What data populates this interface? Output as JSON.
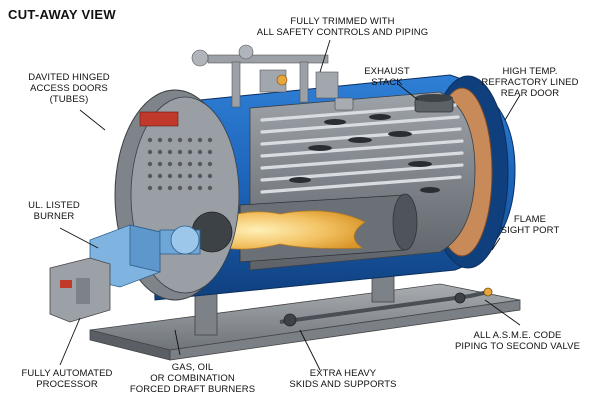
{
  "title": "CUT-AWAY VIEW",
  "labels": {
    "controls": "FULLY TRIMMED WITH\nALL SAFETY CONTROLS AND PIPING",
    "exhaust": "EXHAUST\nSTACK",
    "rear_door": "HIGH TEMP.\nREFRACTORY LINED\nREAR DOOR",
    "access_doors": "DAVITED HINGED\nACCESS DOORS\n(TUBES)",
    "burner": "UL. LISTED\nBURNER",
    "sight_port": "FLAME\nSIGHT PORT",
    "asme": "ALL A.S.M.E. CODE\nPIPING TO SECOND VALVE",
    "processor": "FULLY AUTOMATED\nPROCESSOR",
    "burners": "GAS, OIL\nOR COMBINATION\nFORCED DRAFT BURNERS",
    "skids": "EXTRA HEAVY\nSKIDS AND SUPPORTS"
  },
  "colors": {
    "shell_blue": "#1c63b8",
    "shell_dark": "#0f3f7d",
    "steel": "#8a8f96",
    "flame": "#f2c060",
    "burner_blue": "#7fb4e0"
  }
}
